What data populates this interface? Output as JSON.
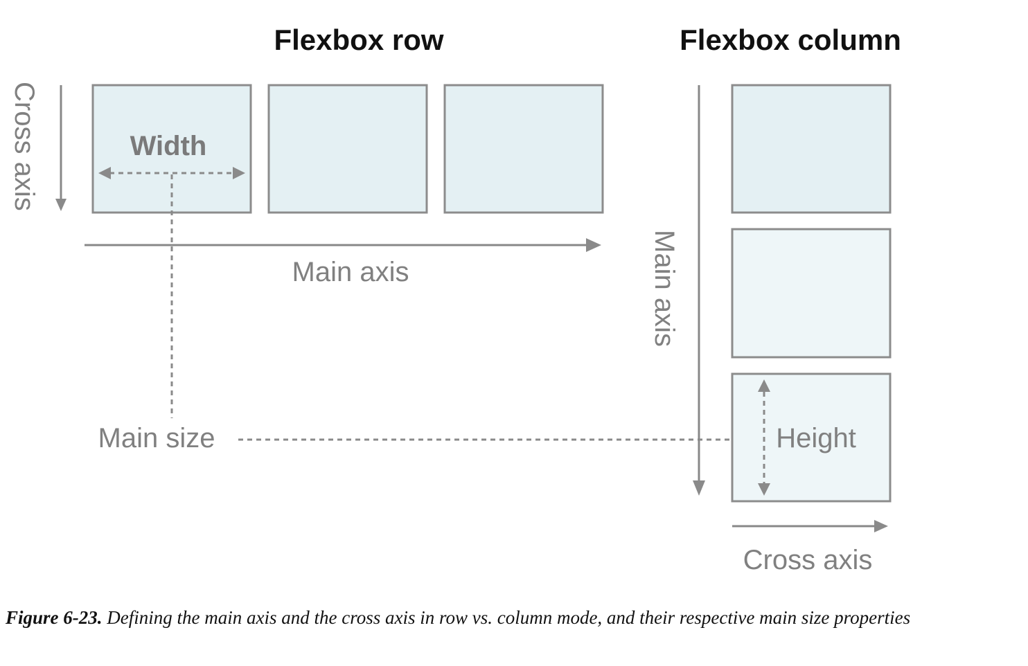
{
  "diagram": {
    "row_title": "Flexbox row",
    "column_title": "Flexbox column",
    "row_cross_axis_label": "Cross axis",
    "row_main_axis_label": "Main axis",
    "width_label": "Width",
    "main_size_label": "Main size",
    "column_main_axis_label": "Main axis",
    "height_label": "Height",
    "column_cross_axis_label": "Cross axis"
  },
  "caption": {
    "figure_number": "Figure 6-23.",
    "text": "Defining the main axis and the cross axis in row vs. column mode, and their respective main size properties"
  }
}
